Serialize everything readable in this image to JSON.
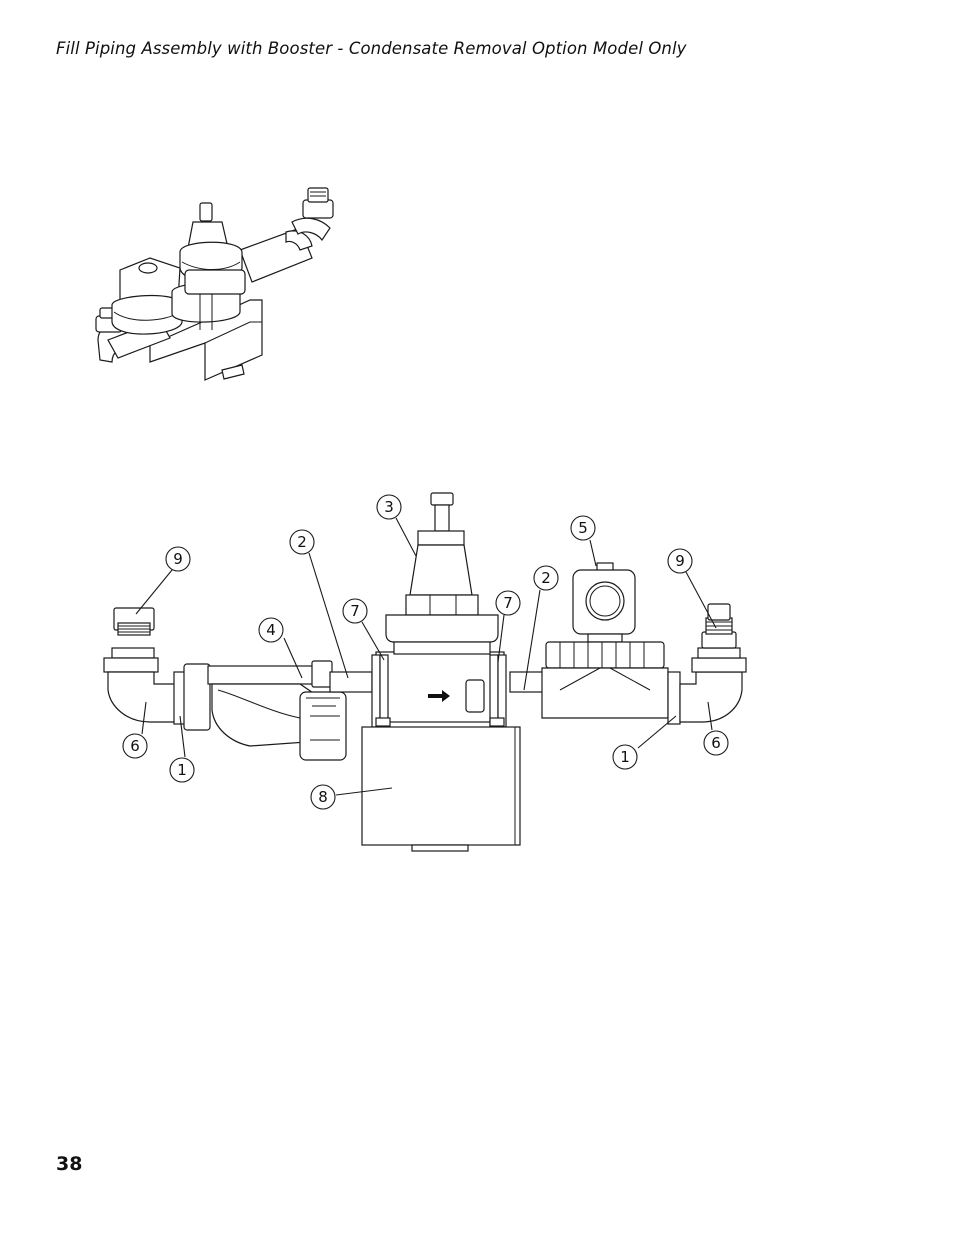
{
  "header": {
    "title": "Fill Piping Assembly with Booster - Condensate Removal Option Model Only"
  },
  "footer": {
    "page_number": "38"
  },
  "callouts": [
    {
      "id": "c3",
      "label": "3"
    },
    {
      "id": "c2a",
      "label": "2"
    },
    {
      "id": "c5",
      "label": "5"
    },
    {
      "id": "c9a",
      "label": "9"
    },
    {
      "id": "c9b",
      "label": "9"
    },
    {
      "id": "c2b",
      "label": "2"
    },
    {
      "id": "c7a",
      "label": "7"
    },
    {
      "id": "c7b",
      "label": "7"
    },
    {
      "id": "c4",
      "label": "4"
    },
    {
      "id": "c6a",
      "label": "6"
    },
    {
      "id": "c6b",
      "label": "6"
    },
    {
      "id": "c1a",
      "label": "1"
    },
    {
      "id": "c1b",
      "label": "1"
    },
    {
      "id": "c8",
      "label": "8"
    }
  ]
}
